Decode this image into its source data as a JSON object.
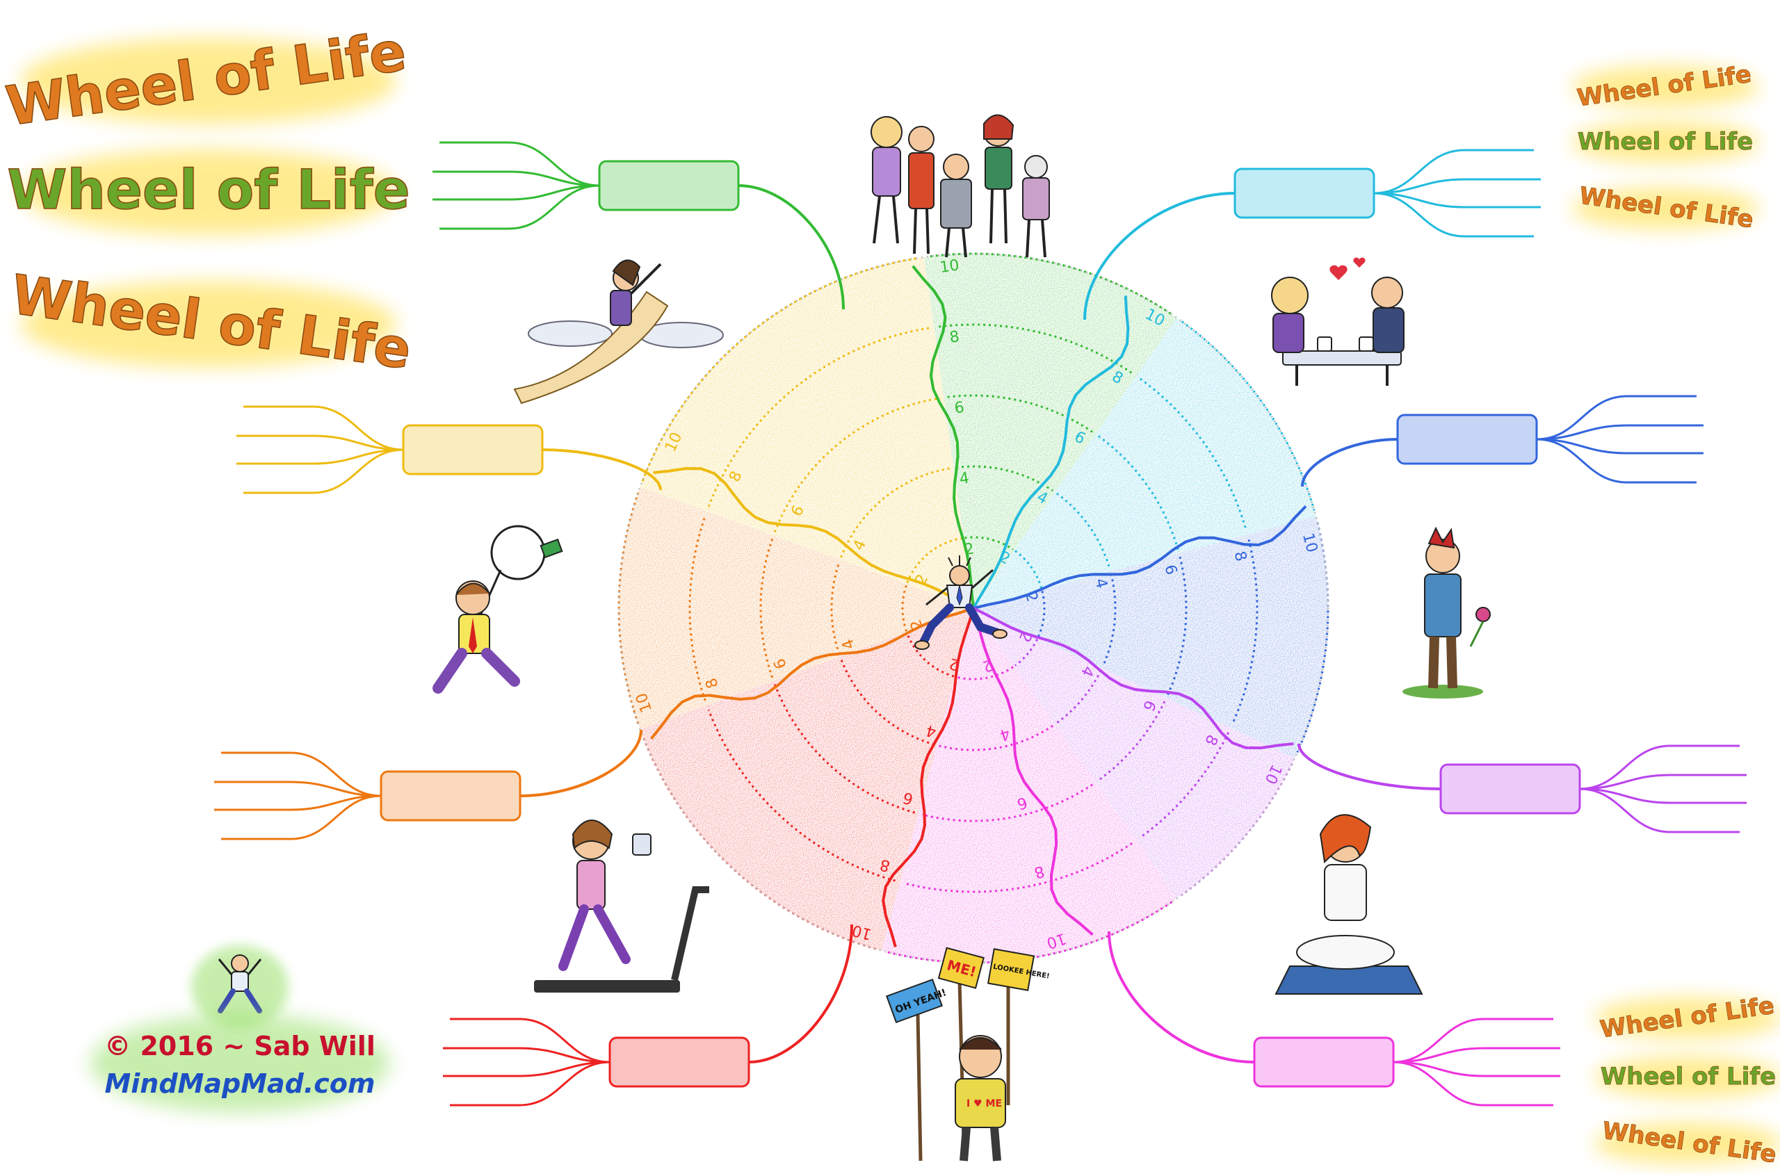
{
  "titles": {
    "big": [
      "Wheel of Life",
      "Wheel of Life",
      "Wheel of Life"
    ],
    "small_top": [
      "Wheel of Life",
      "Wheel of Life",
      "Wheel of Life"
    ],
    "small_bottom": [
      "Wheel of Life",
      "Wheel of Life",
      "Wheel of Life"
    ]
  },
  "credit": {
    "copyright": "© 2016 ~ Sab Will",
    "site": "MindMapMad.com"
  },
  "wheel": {
    "scale_labels": [
      "2",
      "4",
      "6",
      "8",
      "10"
    ]
  },
  "sign_labels": {
    "sign1": "OH YEAH!",
    "sign2": "ME!",
    "sign3": "LOOKEE HERE!",
    "shirt": "I ♥ ME"
  },
  "colors": {
    "green": "#33bb33",
    "cyan": "#22bbdd",
    "blue": "#3366dd",
    "magenta": "#bb44ee",
    "pink": "#ee33dd",
    "red": "#ee2222",
    "orange": "#ee7711",
    "yellow": "#eebb11",
    "title_orange": "#e07a20",
    "title_green": "#6aa62a",
    "credit_red": "#c8102e",
    "credit_blue": "#1d4fc4"
  }
}
